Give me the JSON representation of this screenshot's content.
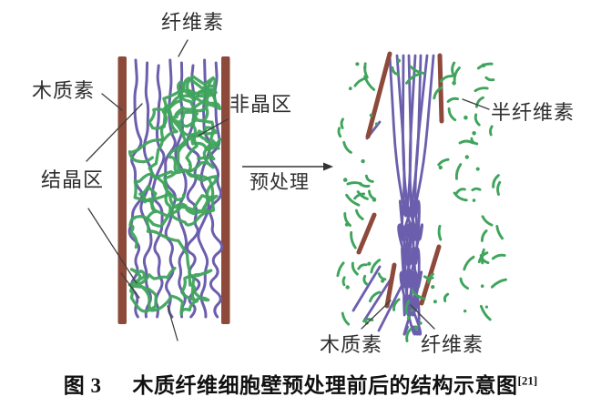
{
  "arrow": {
    "label": "预处理"
  },
  "before_panel": {
    "labels": {
      "cellulose": "纤维素",
      "lignin": "木质素",
      "amorphous_region": "非晶区",
      "crystalline_region": "结晶区"
    }
  },
  "after_panel": {
    "labels": {
      "hemicellulose": "半纤维素",
      "lignin": "木质素",
      "cellulose": "纤维素"
    }
  },
  "caption": {
    "figure_number": "图 3",
    "title": "木质纤维细胞壁预处理前后的结构示意图",
    "citation": "[21]"
  },
  "colors": {
    "lignin_brown": "#8d4a3a",
    "cellulose_purple": "#6b5fad",
    "hemicellulose_green": "#3fa45c",
    "leader_line": "#3f3f3f",
    "text": "#2b2b2b",
    "background": "#ffffff"
  }
}
